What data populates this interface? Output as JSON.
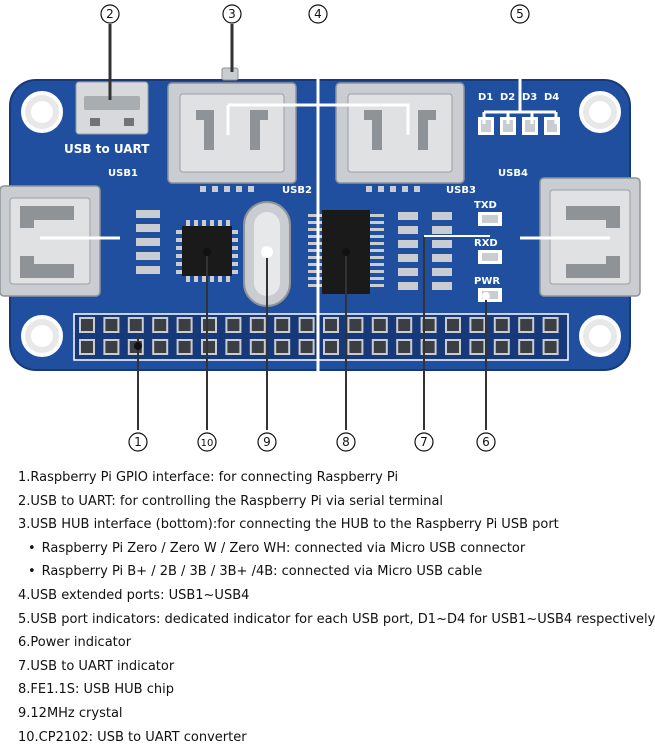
{
  "board": {
    "silkscreen": {
      "usb_to_uart": "USB to UART",
      "usb1": "USB1",
      "usb2": "USB2",
      "usb3": "USB3",
      "usb4": "USB4",
      "d1": "D1",
      "d2": "D2",
      "d3": "D3",
      "d4": "D4",
      "txd": "TXD",
      "rxd": "RXD",
      "pwr": "PWR"
    },
    "callouts": {
      "c1": "1",
      "c2": "2",
      "c3": "3",
      "c4": "4",
      "c5": "5",
      "c6": "6",
      "c7": "7",
      "c8": "8",
      "c9": "9",
      "c10": "10"
    },
    "colors": {
      "pcb": "#1f4f9e",
      "pcb_edge": "#17397a",
      "silkscreen": "#ffffff",
      "connector_metal": "#bfc3c7",
      "ic": "#1a1a1a"
    }
  },
  "legend": [
    {
      "text": "1.Raspberry Pi GPIO interface: for connecting Raspberry Pi"
    },
    {
      "text": "2.USB to UART: for controlling the Raspberry Pi via serial terminal"
    },
    {
      "text": "3.USB HUB interface (bottom):for connecting the HUB to the Raspberry Pi USB port"
    },
    {
      "text": "Raspberry Pi Zero / Zero W / Zero WH: connected via Micro USB connector"
    },
    {
      "text": "Raspberry Pi B+ / 2B / 3B / 3B+ /4B: connected via Micro USB cable"
    },
    {
      "text": "4.USB extended ports: USB1~USB4"
    },
    {
      "text": "5.USB port indicators: dedicated indicator for each USB port, D1~D4 for USB1~USB4 respectively"
    },
    {
      "text": "6.Power indicator"
    },
    {
      "text": "7.USB to UART indicator"
    },
    {
      "text": "8.FE1.1S: USB HUB chip"
    },
    {
      "text": "9.12MHz crystal"
    },
    {
      "text": "10.CP2102: USB to UART converter"
    }
  ]
}
